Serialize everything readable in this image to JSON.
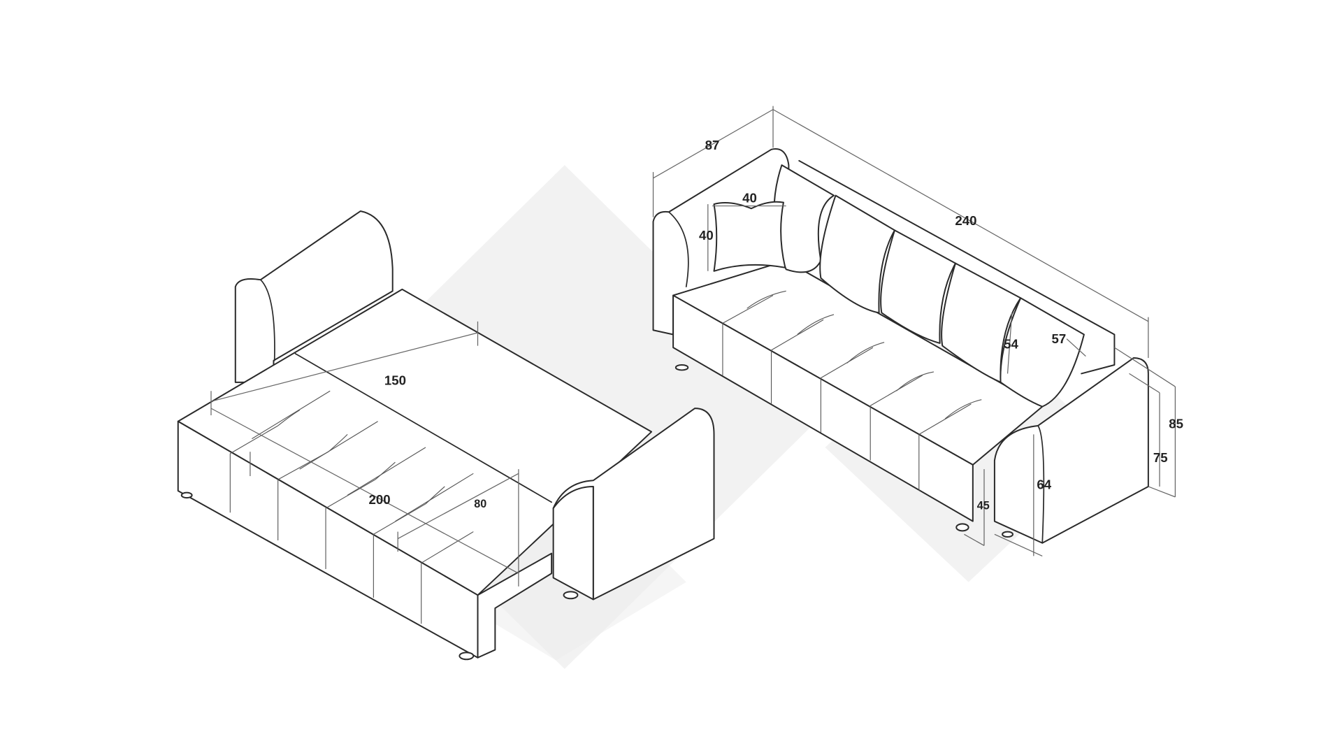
{
  "sofa_bed_dimensions": {
    "width": "150",
    "length": "200",
    "extension": "80"
  },
  "sofa_dimensions": {
    "depth": "87",
    "length": "240",
    "height": "85",
    "arm_height": "75",
    "inner_arm_height": "64",
    "seat_height": "45",
    "seat_depth": "54",
    "backrest": "57",
    "pillow_width": "40",
    "pillow_height": "40"
  },
  "colors": {
    "line": "#2a2a2a",
    "watermark": "#ececec",
    "background": "#ffffff"
  }
}
